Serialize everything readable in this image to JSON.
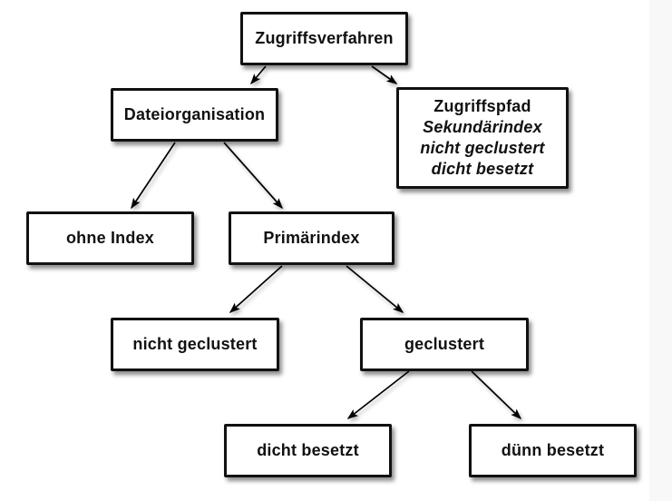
{
  "page": {
    "background_color": "#ffffff",
    "right_strip_color": "#f8f8f8"
  },
  "diagram": {
    "type": "tree",
    "language": "de",
    "colors": {
      "box_fill": "#ffffff",
      "box_border": "#111111",
      "text": "#111111",
      "arrow": "#000000"
    },
    "nodes": {
      "zugriffsverfahren": {
        "label": "Zugriffsverfahren"
      },
      "dateiorganisation": {
        "label": "Dateiorganisation"
      },
      "zugriffspfad": {
        "lines": [
          "Zugriffspfad",
          "Sekundärindex",
          "nicht geclustert",
          "dicht besetzt"
        ],
        "line_styles": [
          "regular",
          "italic",
          "italic",
          "italic"
        ]
      },
      "ohne_index": {
        "label": "ohne Index"
      },
      "primaerindex": {
        "label": "Primärindex"
      },
      "nicht_geclustert": {
        "label": "nicht geclustert"
      },
      "geclustert": {
        "label": "geclustert"
      },
      "dicht_besetzt": {
        "label": "dicht besetzt"
      },
      "duenn_besetzt": {
        "label": "dünn besetzt"
      }
    },
    "edges": [
      {
        "from": "zugriffsverfahren",
        "to": "dateiorganisation"
      },
      {
        "from": "zugriffsverfahren",
        "to": "zugriffspfad"
      },
      {
        "from": "dateiorganisation",
        "to": "ohne_index"
      },
      {
        "from": "dateiorganisation",
        "to": "primaerindex"
      },
      {
        "from": "primaerindex",
        "to": "nicht_geclustert"
      },
      {
        "from": "primaerindex",
        "to": "geclustert"
      },
      {
        "from": "geclustert",
        "to": "dicht_besetzt"
      },
      {
        "from": "geclustert",
        "to": "duenn_besetzt"
      }
    ]
  }
}
